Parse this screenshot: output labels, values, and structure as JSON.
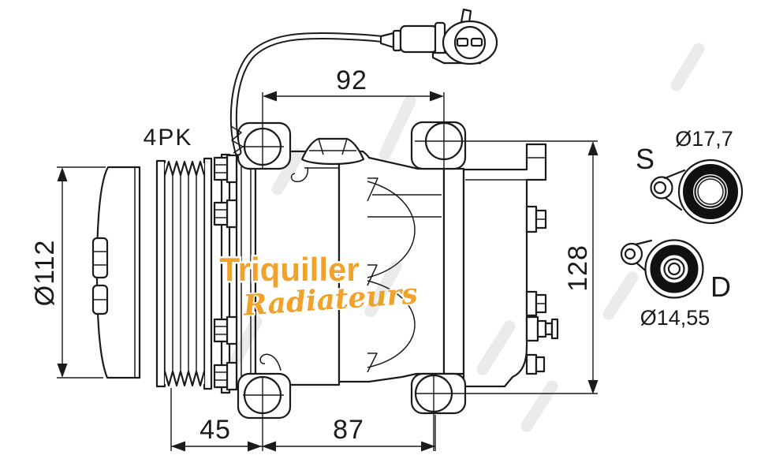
{
  "diagram": {
    "labels": {
      "belt_type": "4PK",
      "pulley_diameter": "Ø112",
      "top_span": "92",
      "height": "128",
      "bottom_front": "45",
      "bottom_rear": "87"
    },
    "ports": {
      "suction": {
        "label": "S",
        "diameter": "Ø17,7"
      },
      "discharge": {
        "label": "D",
        "diameter": "Ø14,55"
      }
    },
    "watermark": {
      "name": "Triquiller",
      "tagline": "Radiateurs",
      "color": "#F0A22B"
    },
    "line_color": "#1b1b1b"
  }
}
